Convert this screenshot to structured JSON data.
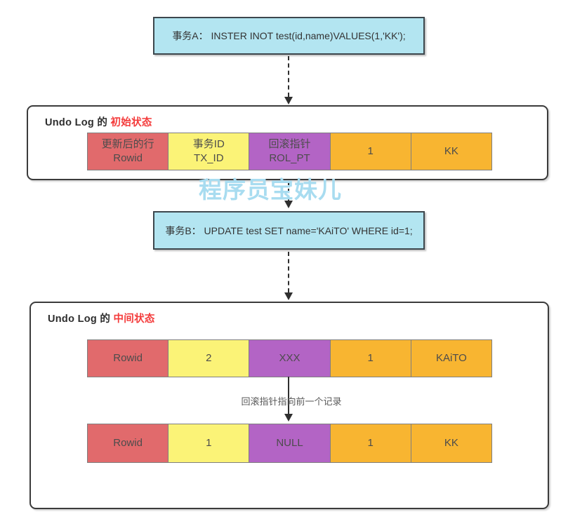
{
  "colors": {
    "txn_box_fill": "#b3e5f1",
    "txn_box_border": "#3d474d",
    "container_border": "#3b3b3b",
    "cell_salmon": "#e16a6c",
    "cell_yellow": "#fbf377",
    "cell_purple": "#b364c5",
    "cell_orange": "#f8b531",
    "cell_border": "#7f7f7f",
    "title_state_red": "#f43b3b",
    "watermark_cyan": "#a8dcf0",
    "arrow_dark": "#2f2f2f"
  },
  "watermark": {
    "text": "程序员宝妹儿"
  },
  "transaction_a": {
    "text": "事务A： INSTER INOT test(id,name)VALUES(1,'KK');"
  },
  "transaction_b": {
    "text": "事务B： UPDATE test SET name='KAiTO' WHERE id=1;"
  },
  "undo_initial": {
    "title_prefix": "Undo Log 的 ",
    "title_state": "初始状态",
    "cells": [
      {
        "line1": "更新后的行",
        "line2": "Rowid",
        "color": "#e16a6c"
      },
      {
        "line1": "事务ID",
        "line2": "TX_ID",
        "color": "#fbf377"
      },
      {
        "line1": "回滚指针",
        "line2": "ROL_PT",
        "color": "#b364c5"
      },
      {
        "line1": "1",
        "line2": "",
        "color": "#f8b531"
      },
      {
        "line1": "KK",
        "line2": "",
        "color": "#f8b531"
      }
    ]
  },
  "undo_middle": {
    "title_prefix": "Undo Log 的 ",
    "title_state": "中间状态",
    "arrow_label": "回滚指针指向前一个记录",
    "row1": [
      {
        "text": "Rowid",
        "color": "#e16a6c"
      },
      {
        "text": "2",
        "color": "#fbf377"
      },
      {
        "text": "XXX",
        "color": "#b364c5"
      },
      {
        "text": "1",
        "color": "#f8b531"
      },
      {
        "text": "KAiTO",
        "color": "#f8b531"
      }
    ],
    "row2": [
      {
        "text": "Rowid",
        "color": "#e16a6c"
      },
      {
        "text": "1",
        "color": "#fbf377"
      },
      {
        "text": "NULL",
        "color": "#b364c5"
      },
      {
        "text": "1",
        "color": "#f8b531"
      },
      {
        "text": "KK",
        "color": "#f8b531"
      }
    ]
  }
}
